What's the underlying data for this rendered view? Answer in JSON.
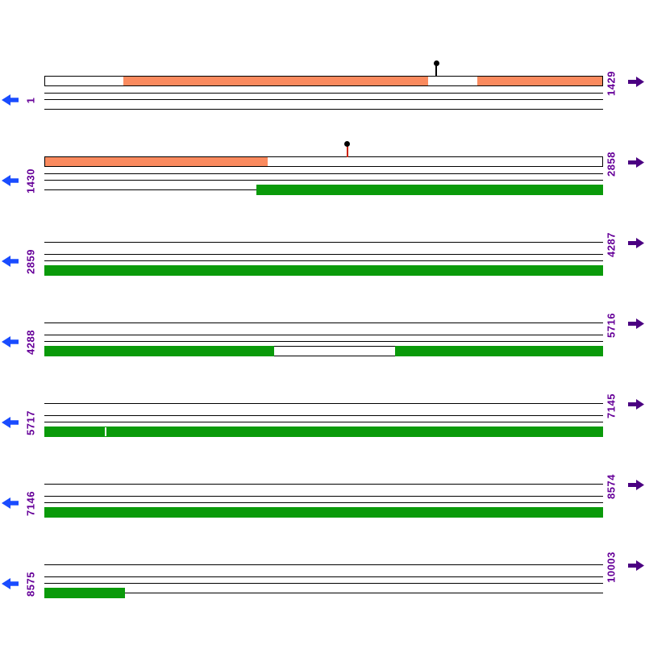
{
  "colors": {
    "background": "#ffffff",
    "feature_orange": "#fa8a5e",
    "feature_green": "#0a9a0a",
    "left_arrow": "#1a4cff",
    "right_arrow": "#4b0082",
    "label": "#660099",
    "line": "#000000",
    "pin_black": "#000000",
    "pin_red": "#cc2200"
  },
  "rows": [
    {
      "start": "1",
      "end": "1429",
      "top": {
        "box": true,
        "fills": [
          {
            "from": 0.14,
            "to": 0.688
          },
          {
            "from": 0.775,
            "to": 1.0
          }
        ]
      },
      "pins": [
        {
          "pos": 0.7,
          "stick": "#000000"
        }
      ],
      "green": {
        "line": true,
        "segments": []
      }
    },
    {
      "start": "1430",
      "end": "2858",
      "top": {
        "box": true,
        "fills": [
          {
            "from": 0.0,
            "to": 0.4
          }
        ]
      },
      "pins": [
        {
          "pos": 0.541,
          "stick": "#cc2200"
        }
      ],
      "green": {
        "line": true,
        "segments": [
          {
            "from": 0.38,
            "to": 1.0
          }
        ]
      }
    },
    {
      "start": "2859",
      "end": "4287",
      "top": {
        "box": false,
        "fills": []
      },
      "pins": [],
      "green": {
        "line": false,
        "segments": [
          {
            "from": 0.0,
            "to": 1.0
          }
        ]
      }
    },
    {
      "start": "4288",
      "end": "5716",
      "top": {
        "box": false,
        "fills": []
      },
      "pins": [],
      "green": {
        "line": false,
        "box": true,
        "segments": [
          {
            "from": 0.0,
            "to": 0.411
          },
          {
            "from": 0.628,
            "to": 1.0
          }
        ]
      }
    },
    {
      "start": "5717",
      "end": "7145",
      "top": {
        "box": false,
        "fills": []
      },
      "pins": [],
      "green": {
        "line": false,
        "segments": [
          {
            "from": 0.0,
            "to": 1.0
          }
        ],
        "ticks": [
          0.108
        ]
      }
    },
    {
      "start": "7146",
      "end": "8574",
      "top": {
        "box": false,
        "fills": []
      },
      "pins": [],
      "green": {
        "line": false,
        "segments": [
          {
            "from": 0.0,
            "to": 1.0
          }
        ]
      }
    },
    {
      "start": "8575",
      "end": "10003",
      "top": {
        "box": false,
        "fills": []
      },
      "pins": [],
      "green": {
        "line": true,
        "segments": [
          {
            "from": 0.0,
            "to": 0.144
          }
        ]
      }
    }
  ]
}
